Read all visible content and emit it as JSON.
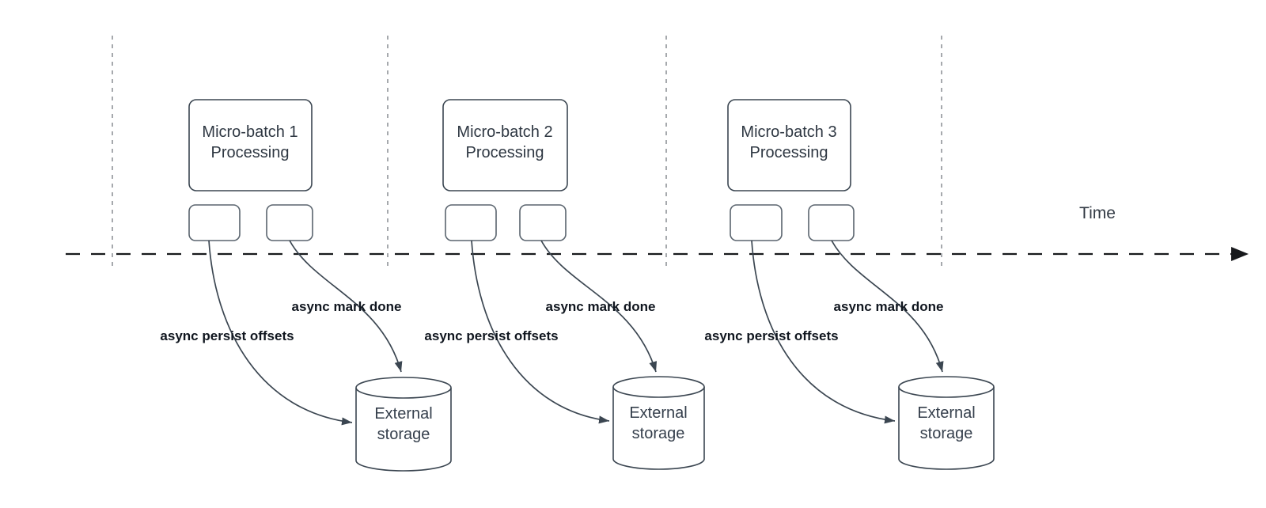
{
  "diagram": {
    "time_axis_label": "Time",
    "labels": {
      "persist": "async persist offsets",
      "mark_done": "async mark done"
    },
    "batches": [
      {
        "title": "Micro-batch 1",
        "subtitle": "Processing"
      },
      {
        "title": "Micro-batch 2",
        "subtitle": "Processing"
      },
      {
        "title": "Micro-batch 3",
        "subtitle": "Processing"
      }
    ],
    "storage": {
      "line1": "External",
      "line2": "storage"
    },
    "colors": {
      "node_stroke": "#3b4651",
      "connector_stroke": "#5a646e",
      "arrow_stroke": "#3b4651",
      "gridline": "#a6a9ad",
      "timeline": "#17191c",
      "label_text": "#10161f",
      "node_text": "#2e3742",
      "background": "#ffffff"
    }
  }
}
